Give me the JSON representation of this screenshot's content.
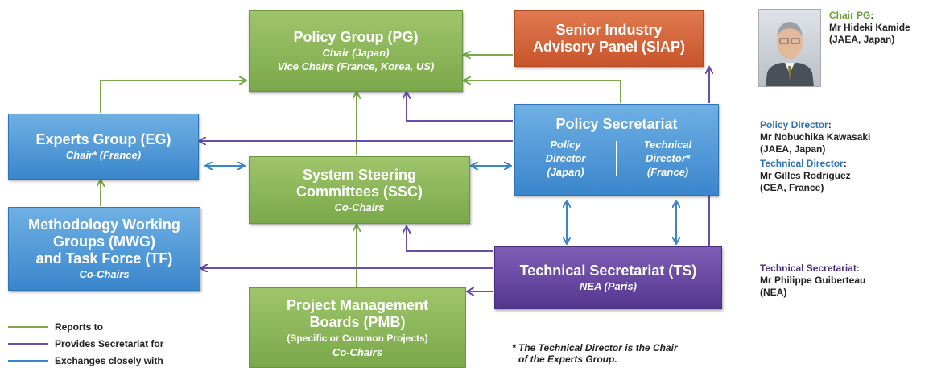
{
  "boxes": {
    "pg": {
      "title": "Policy Group (PG)",
      "line1": "Chair (Japan)",
      "line2": "Vice Chairs (France, Korea, US)"
    },
    "siap": {
      "title1": "Senior Industry",
      "title2": "Advisory Panel (SIAP)"
    },
    "eg": {
      "title": "Experts Group (EG)",
      "line1": "Chair* (France)"
    },
    "ps": {
      "title": "Policy Secretariat",
      "left1": "Policy",
      "left2": "Director",
      "left3": "(Japan)",
      "right1": "Technical",
      "right2": "Director*",
      "right3": "(France)"
    },
    "ssc": {
      "title1": "System Steering",
      "title2": "Committees (SSC)",
      "line1": "Co-Chairs"
    },
    "mwg": {
      "title1": "Methodology Working",
      "title2": "Groups (MWG)",
      "title3": "and Task Force (TF)",
      "line1": "Co-Chairs"
    },
    "ts": {
      "title": "Technical Secretariat (TS)",
      "line1": "NEA (Paris)"
    },
    "pmb": {
      "title1": "Project Management",
      "title2": "Boards (PMB)",
      "line1": "(Specific or Common Projects)",
      "line2": "Co-Chairs"
    }
  },
  "legend": {
    "reports": "Reports to",
    "secretariat": "Provides Secretariat for",
    "exchanges": "Exchanges closely with"
  },
  "colors": {
    "reports": "#7aa84a",
    "secretariat": "#6a4bb0",
    "exchanges": "#3a86cc"
  },
  "footnote": {
    "line1": "* The Technical Director is the Chair",
    "line2": "of the Experts Group."
  },
  "people": {
    "chair_label": "Chair PG",
    "chair_name": "Mr Hideki Kamide",
    "chair_org": "(JAEA, Japan)",
    "pd_label": "Policy Director",
    "pd_name": "Mr Nobuchika Kawasaki",
    "pd_org": "(JAEA, Japan)",
    "td_label": "Technical Director",
    "td_name": "Mr Gilles Rodriguez",
    "td_org": "(CEA, France)",
    "ts_label": "Technical Secretariat",
    "ts_name": "Mr Philippe Guiberteau",
    "ts_org": "(NEA)"
  }
}
